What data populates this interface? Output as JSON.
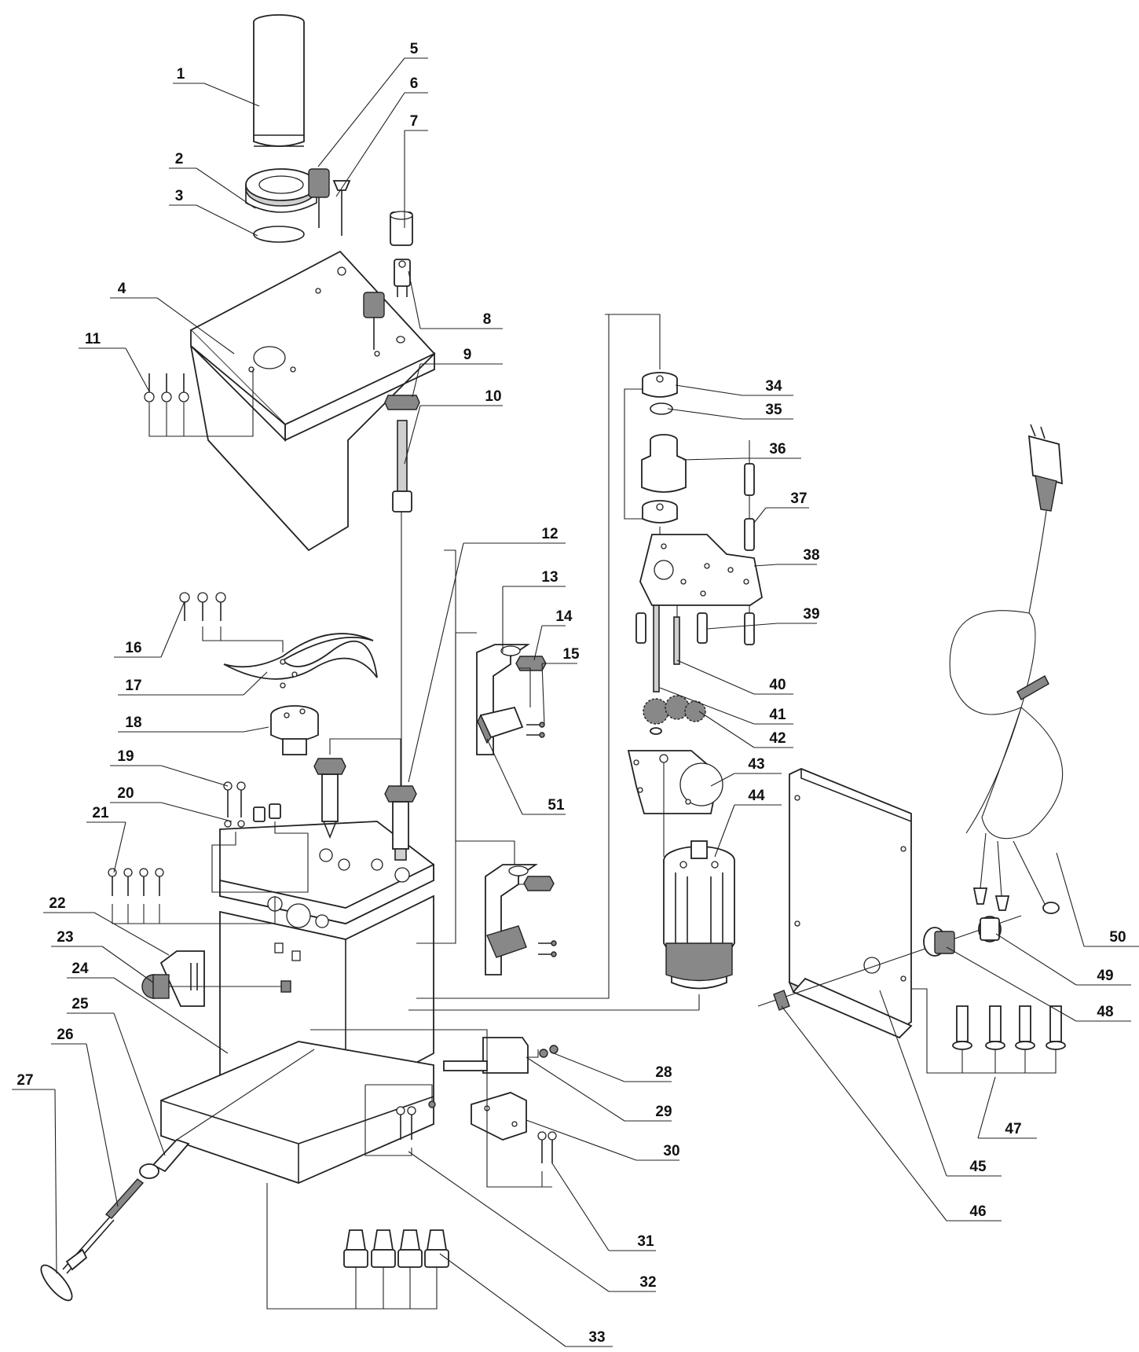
{
  "labels": [
    "1",
    "2",
    "3",
    "4",
    "5",
    "6",
    "7",
    "8",
    "9",
    "10",
    "11",
    "12",
    "13",
    "14",
    "15",
    "16",
    "17",
    "18",
    "19",
    "20",
    "21",
    "22",
    "23",
    "24",
    "25",
    "26",
    "27",
    "28",
    "29",
    "30",
    "31",
    "32",
    "33",
    "34",
    "35",
    "36",
    "37",
    "38",
    "39",
    "40",
    "41",
    "42",
    "43",
    "44",
    "45",
    "46",
    "47",
    "48",
    "49",
    "50",
    "51"
  ]
}
